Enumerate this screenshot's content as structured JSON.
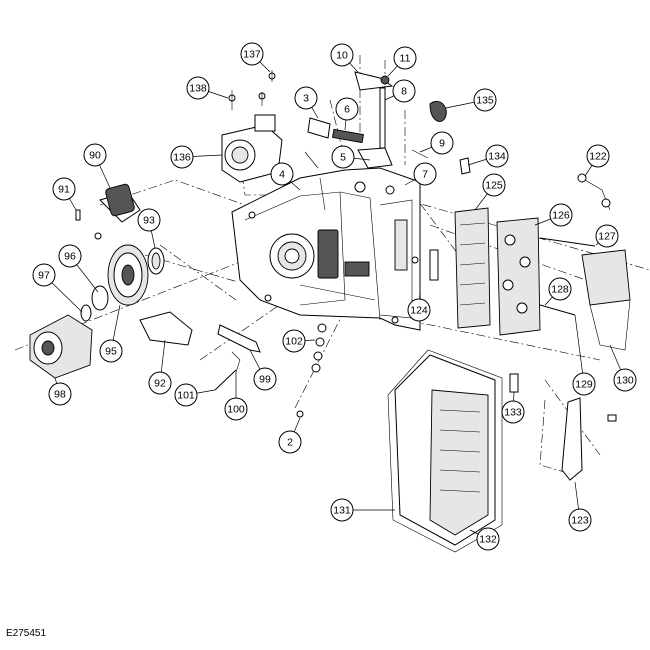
{
  "figure_code": "E275451",
  "callouts": [
    "137",
    "10",
    "11",
    "138",
    "8",
    "3",
    "135",
    "6",
    "9",
    "136",
    "5",
    "134",
    "4",
    "7",
    "122",
    "90",
    "125",
    "91",
    "126",
    "93",
    "127",
    "96",
    "97",
    "128",
    "124",
    "102",
    "95",
    "92",
    "99",
    "129",
    "130",
    "98",
    "101",
    "100",
    "133",
    "2",
    "123",
    "131",
    "132"
  ]
}
